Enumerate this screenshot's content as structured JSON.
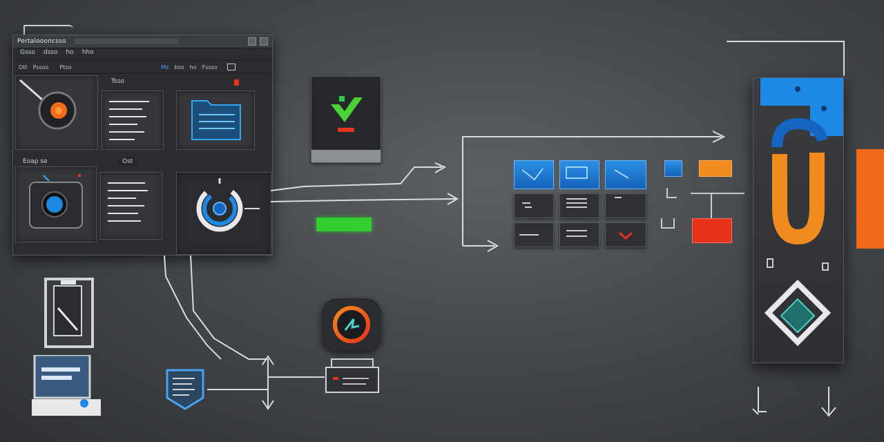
{
  "window": {
    "title": "Pertaloooncsso",
    "menu": [
      "Gsso",
      "dsso",
      "ho",
      "hho"
    ],
    "toolbar": [
      "Ott",
      "Pssoo",
      "Ptso",
      "Ms",
      "bso",
      "ho",
      "Fssso"
    ],
    "section_top": "Tsso",
    "section_bottom_left": "Eoap se",
    "section_bottom_right": "Ost"
  },
  "colors": {
    "accent_blue": "#2a8fe6",
    "accent_orange": "#f28b1d",
    "accent_red": "#e8331c",
    "accent_green": "#33cc33"
  },
  "icons": {
    "top_left_panel": "camera-lens-icon",
    "top_right_panel": "folder-document-icon",
    "bottom_left_panel": "camera-icon",
    "bottom_right_panel": "gear-ring-icon",
    "app_icon": "green-check-icon",
    "status": "green-bar",
    "door": "door-icon",
    "laptop": "laptop-icon",
    "shield": "document-shield-icon",
    "router": "router-icon",
    "circle_app": "gradient-ring-icon",
    "tower_logo": "tower-logo-icon"
  }
}
